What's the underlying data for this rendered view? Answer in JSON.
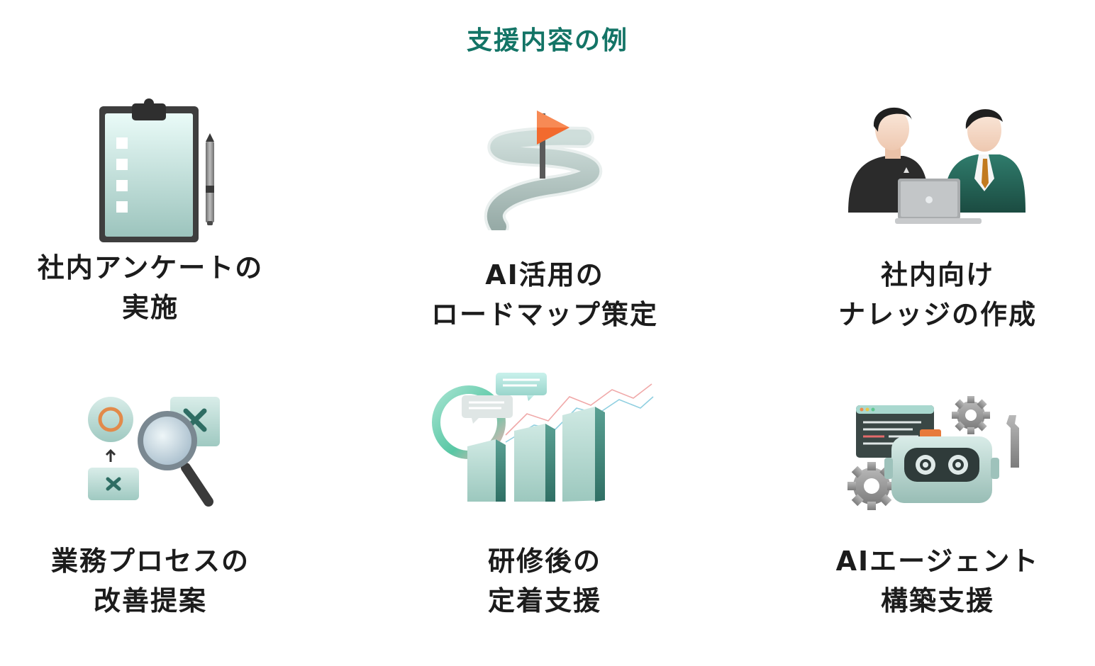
{
  "title": "支援内容の例",
  "items": [
    {
      "id": "survey",
      "icon": "clipboard-checklist-icon",
      "lines": [
        "社内アンケートの",
        "実施"
      ]
    },
    {
      "id": "roadmap",
      "icon": "winding-road-flag-icon",
      "lines": [
        "AI活用の",
        "ロードマップ策定"
      ]
    },
    {
      "id": "knowledge",
      "icon": "two-people-laptop-icon",
      "lines": [
        "社内向け",
        "ナレッジの作成"
      ]
    },
    {
      "id": "process",
      "icon": "magnifier-circle-cross-icon",
      "lines": [
        "業務プロセスの",
        "改善提案"
      ]
    },
    {
      "id": "adoption",
      "icon": "growth-bar-chart-icon",
      "lines": [
        "研修後の",
        "定着支援"
      ]
    },
    {
      "id": "agent",
      "icon": "robot-gears-icon",
      "lines": [
        "AIエージェント",
        "構築支援"
      ]
    }
  ],
  "colors": {
    "title": "#137466",
    "accent_teal": "#5d9e93",
    "flag_orange": "#f26a2e",
    "text": "#1c1c1c"
  }
}
